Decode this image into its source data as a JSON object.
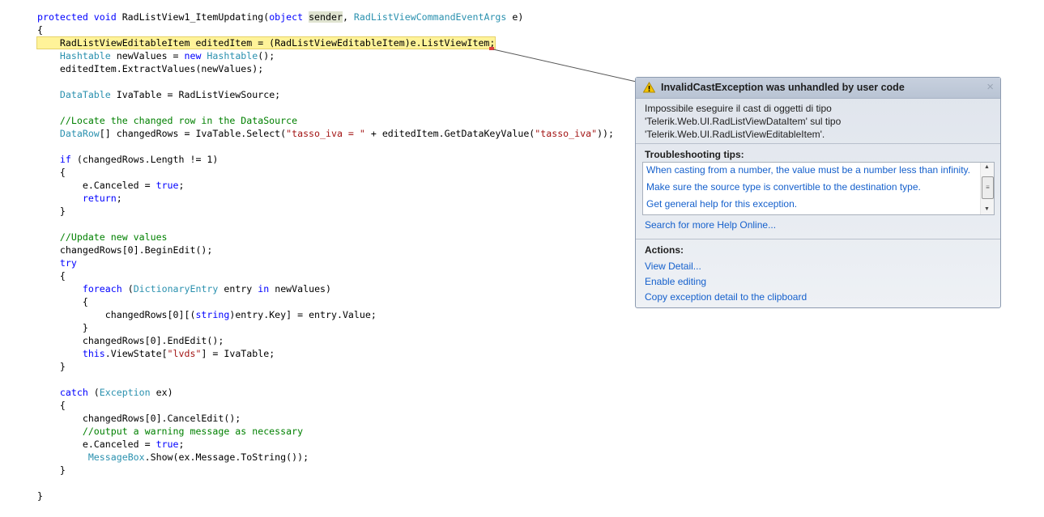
{
  "code": {
    "lines": [
      [
        [
          "kw",
          "protected void "
        ],
        [
          "pl",
          "RadListView1_ItemUpdating("
        ],
        [
          "kw",
          "object "
        ],
        [
          "ref",
          "sender"
        ],
        [
          "pl",
          ", "
        ],
        [
          "type",
          "RadListViewCommandEventArgs"
        ],
        [
          "pl",
          " e)"
        ]
      ],
      [
        [
          "pl",
          "{"
        ]
      ],
      [
        [
          "hl",
          "    RadListViewEditableItem editedItem = (RadListViewEditableItem)e.ListViewItem;"
        ]
      ],
      [
        [
          "pl",
          "    "
        ],
        [
          "type",
          "Hashtable"
        ],
        [
          "pl",
          " newValues = "
        ],
        [
          "kw",
          "new "
        ],
        [
          "type",
          "Hashtable"
        ],
        [
          "pl",
          "();"
        ]
      ],
      [
        [
          "pl",
          "    editedItem.ExtractValues(newValues);"
        ]
      ],
      [],
      [
        [
          "pl",
          "    "
        ],
        [
          "type",
          "DataTable"
        ],
        [
          "pl",
          " IvaTable = RadListViewSource;"
        ]
      ],
      [],
      [
        [
          "cm",
          "    //Locate the changed row in the DataSource"
        ]
      ],
      [
        [
          "pl",
          "    "
        ],
        [
          "type",
          "DataRow"
        ],
        [
          "pl",
          "[] changedRows = IvaTable.Select("
        ],
        [
          "str",
          "\"tasso_iva = \""
        ],
        [
          "pl",
          " + editedItem.GetDataKeyValue("
        ],
        [
          "str",
          "\"tasso_iva\""
        ],
        [
          "pl",
          "));"
        ]
      ],
      [],
      [
        [
          "pl",
          "    "
        ],
        [
          "kw",
          "if"
        ],
        [
          "pl",
          " (changedRows.Length != 1)"
        ]
      ],
      [
        [
          "pl",
          "    {"
        ]
      ],
      [
        [
          "pl",
          "        e.Canceled = "
        ],
        [
          "kw",
          "true"
        ],
        [
          "pl",
          ";"
        ]
      ],
      [
        [
          "pl",
          "        "
        ],
        [
          "kw",
          "return"
        ],
        [
          "pl",
          ";"
        ]
      ],
      [
        [
          "pl",
          "    }"
        ]
      ],
      [],
      [
        [
          "cm",
          "    //Update new values"
        ]
      ],
      [
        [
          "pl",
          "    changedRows[0].BeginEdit();"
        ]
      ],
      [
        [
          "pl",
          "    "
        ],
        [
          "kw",
          "try"
        ]
      ],
      [
        [
          "pl",
          "    {"
        ]
      ],
      [
        [
          "pl",
          "        "
        ],
        [
          "kw",
          "foreach"
        ],
        [
          "pl",
          " ("
        ],
        [
          "type",
          "DictionaryEntry"
        ],
        [
          "pl",
          " entry "
        ],
        [
          "kw",
          "in"
        ],
        [
          "pl",
          " newValues)"
        ]
      ],
      [
        [
          "pl",
          "        {"
        ]
      ],
      [
        [
          "pl",
          "            changedRows[0][("
        ],
        [
          "kw",
          "string"
        ],
        [
          "pl",
          ")entry.Key] = entry.Value;"
        ]
      ],
      [
        [
          "pl",
          "        }"
        ]
      ],
      [
        [
          "pl",
          "        changedRows[0].EndEdit();"
        ]
      ],
      [
        [
          "pl",
          "        "
        ],
        [
          "kw",
          "this"
        ],
        [
          "pl",
          ".ViewState["
        ],
        [
          "str",
          "\"lvds\""
        ],
        [
          "pl",
          "] = IvaTable;"
        ]
      ],
      [
        [
          "pl",
          "    }"
        ]
      ],
      [],
      [
        [
          "pl",
          "    "
        ],
        [
          "kw",
          "catch"
        ],
        [
          "pl",
          " ("
        ],
        [
          "type",
          "Exception"
        ],
        [
          "pl",
          " ex)"
        ]
      ],
      [
        [
          "pl",
          "    {"
        ]
      ],
      [
        [
          "pl",
          "        changedRows[0].CancelEdit();"
        ]
      ],
      [
        [
          "cm",
          "        //output a warning message as necessary"
        ]
      ],
      [
        [
          "pl",
          "        e.Canceled = "
        ],
        [
          "kw",
          "true"
        ],
        [
          "pl",
          ";"
        ]
      ],
      [
        [
          "pl",
          "         "
        ],
        [
          "type",
          "MessageBox"
        ],
        [
          "pl",
          ".Show(ex.Message.ToString());"
        ]
      ],
      [
        [
          "pl",
          "    }"
        ]
      ],
      [],
      [
        [
          "pl",
          "}"
        ]
      ]
    ]
  },
  "exception": {
    "title": "InvalidCastException was unhandled by user code",
    "close_icon": "×",
    "message": [
      "Impossibile eseguire il cast di oggetti di tipo",
      "'Telerik.Web.UI.RadListViewDataItem' sul tipo",
      "'Telerik.Web.UI.RadListViewEditableItem'."
    ],
    "tips_heading": "Troubleshooting tips:",
    "tips": [
      "When casting from a number, the value must be a number less than infinity.",
      "Make sure the source type is convertible to the destination type.",
      "Get general help for this exception."
    ],
    "search_link": "Search for more Help Online...",
    "actions_heading": "Actions:",
    "actions": [
      "View Detail...",
      "Enable editing",
      "Copy exception detail to the clipboard"
    ]
  }
}
